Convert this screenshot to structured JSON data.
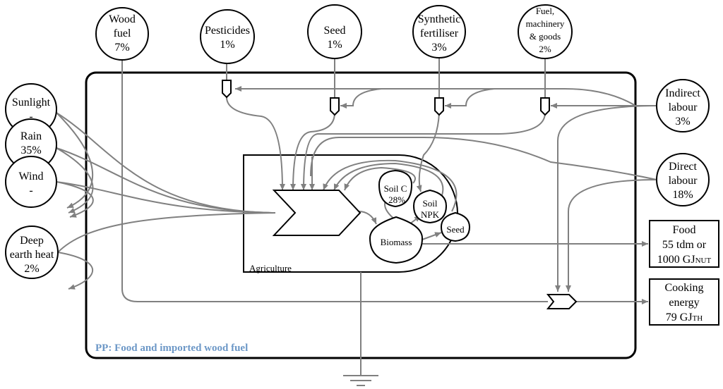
{
  "diagram_title": "PP: Food and imported wood fuel",
  "colors": {
    "title": "#6d98c7",
    "flow": "#808080",
    "outline": "#000000"
  },
  "sources": {
    "wood_fuel": {
      "line1": "Wood",
      "line2": "fuel",
      "line3": "7%"
    },
    "pesticides": {
      "line1": "Pesticides",
      "line2": "1%"
    },
    "seed_input": {
      "line1": "Seed",
      "line2": "1%"
    },
    "synthetic_fertiliser": {
      "line1": "Synthetic",
      "line2": "fertiliser",
      "line3": "3%"
    },
    "fuel_machinery": {
      "line1": "Fuel,",
      "line2": "machinery",
      "line3": "& goods",
      "line4": "2%"
    },
    "sunlight": {
      "line1": "Sunlight",
      "line2": "-"
    },
    "rain": {
      "line1": "Rain",
      "line2": "35%"
    },
    "wind": {
      "line1": "Wind",
      "line2": "-"
    },
    "deep_earth_heat": {
      "line1": "Deep",
      "line2": "earth heat",
      "line3": "2%"
    },
    "indirect_labour": {
      "line1": "Indirect",
      "line2": "labour",
      "line3": "3%"
    },
    "direct_labour": {
      "line1": "Direct",
      "line2": "labour",
      "line3": "18%"
    }
  },
  "storages": {
    "soil_c": {
      "line1": "Soil C",
      "line2": "28%"
    },
    "soil_npk": {
      "line1": "Soil",
      "line2": "NPK"
    },
    "seed_storage": {
      "label": "Seed"
    },
    "biomass": {
      "label": "Biomass"
    }
  },
  "subsystem": {
    "label": "Agriculture"
  },
  "outputs": {
    "food": {
      "line1": "Food",
      "line2": "55 tdm or",
      "line3_main": "1000 GJ",
      "line3_sub": "NUT"
    },
    "cooking": {
      "line1": "Cooking",
      "line2": "energy",
      "line3_main": "79 GJ",
      "line3_sub": "TH"
    }
  }
}
